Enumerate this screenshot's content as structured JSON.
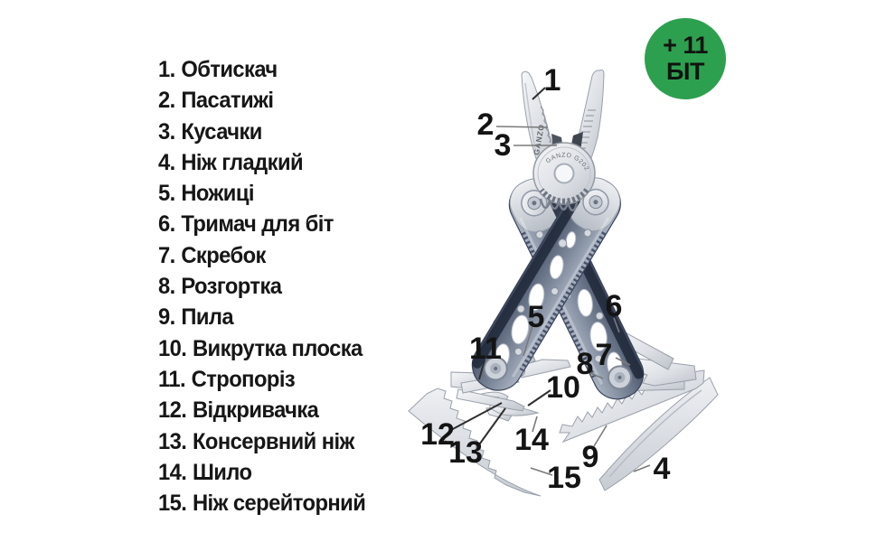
{
  "parts_list": {
    "items": [
      {
        "num": "1.",
        "label": "Обтискач"
      },
      {
        "num": "2.",
        "label": "Пасатижі"
      },
      {
        "num": "3.",
        "label": "Кусачки"
      },
      {
        "num": "4.",
        "label": "Ніж гладкий"
      },
      {
        "num": "5.",
        "label": "Ножиці"
      },
      {
        "num": "6.",
        "label": "Тримач для біт"
      },
      {
        "num": "7.",
        "label": "Скребок"
      },
      {
        "num": "8.",
        "label": "Розгортка"
      },
      {
        "num": "9.",
        "label": "Пила"
      },
      {
        "num": "10.",
        "label": "Викрутка плоска"
      },
      {
        "num": "11.",
        "label": "Стропоріз"
      },
      {
        "num": "12.",
        "label": "Відкривачка"
      },
      {
        "num": "13.",
        "label": "Консервний ніж"
      },
      {
        "num": "14.",
        "label": "Шило"
      },
      {
        "num": "15.",
        "label": "Ніж серейторний"
      }
    ]
  },
  "badge": {
    "line1": "+ 11",
    "line2": "БІТ",
    "bg_color": "#2da050",
    "text_color": "#101310"
  },
  "tool": {
    "brand_jaw": "GANZO",
    "brand_model_arc": "GANZO G202",
    "handle_color": "#6e7a8e",
    "steel_color": "#d9dce0",
    "callouts": [
      {
        "n": "1"
      },
      {
        "n": "2"
      },
      {
        "n": "3"
      },
      {
        "n": "4"
      },
      {
        "n": "5"
      },
      {
        "n": "6"
      },
      {
        "n": "7"
      },
      {
        "n": "8"
      },
      {
        "n": "9"
      },
      {
        "n": "10"
      },
      {
        "n": "11"
      },
      {
        "n": "12"
      },
      {
        "n": "13"
      },
      {
        "n": "14"
      },
      {
        "n": "15"
      }
    ]
  }
}
